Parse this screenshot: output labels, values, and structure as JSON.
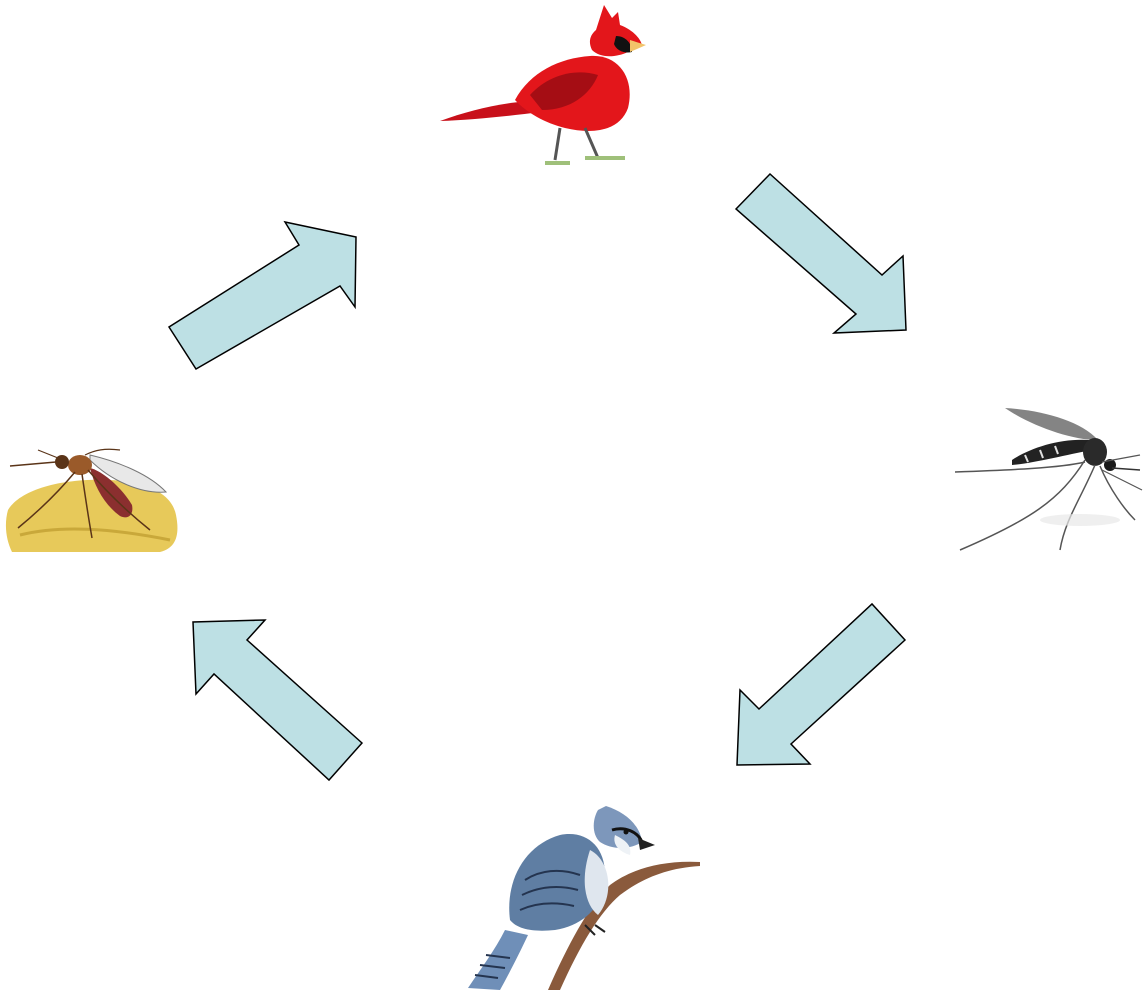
{
  "diagram": {
    "type": "cycle",
    "nodes": [
      {
        "id": "cardinal",
        "icon": "cardinal-icon",
        "color": "#e3161b"
      },
      {
        "id": "mosquito-right",
        "icon": "mosquito-icon",
        "color": "#2b2b2b"
      },
      {
        "id": "blue-jay",
        "icon": "blue-jay-icon",
        "color": "#5f7ea3"
      },
      {
        "id": "mosquito-left",
        "icon": "mosquito-icon",
        "color": "#8b2f2f"
      }
    ],
    "edges": [
      {
        "from": "cardinal",
        "to": "mosquito-right"
      },
      {
        "from": "mosquito-right",
        "to": "blue-jay"
      },
      {
        "from": "blue-jay",
        "to": "mosquito-left"
      },
      {
        "from": "mosquito-left",
        "to": "cardinal"
      }
    ],
    "arrow_color": "#bde0e4",
    "arrow_outline": "#000000"
  }
}
